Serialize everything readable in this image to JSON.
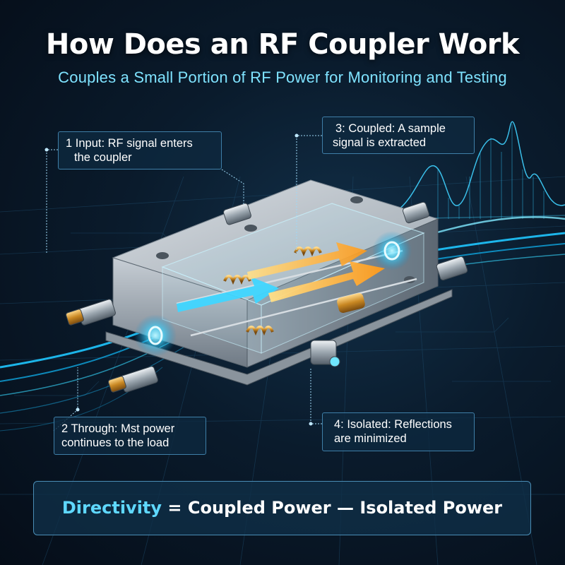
{
  "title": "How Does an RF Coupler Work",
  "subtitle": "Couples a Small Portion of RF Power for Monitoring and Testing",
  "callouts": {
    "input": {
      "line1": "1 Input: RF signal enters",
      "line2": "the coupler"
    },
    "coupled": {
      "line1": "3: Coupled: A sample",
      "line2": "signal is extracted"
    },
    "through": {
      "line1": "2 Through: Mst power",
      "line2": "continues to the load"
    },
    "isolated": {
      "line1": "4: Isolated: Reflections",
      "line2": "are minimized"
    }
  },
  "formula": {
    "term": "Directivity",
    "equals": " = ",
    "expression": "Coupled Power — Isolated Power"
  },
  "colors": {
    "accent_cyan": "#5fd8ff",
    "signal_gold": "#ffc04a",
    "background": "#0a1b2c",
    "panel_border": "#3f7fa8"
  }
}
